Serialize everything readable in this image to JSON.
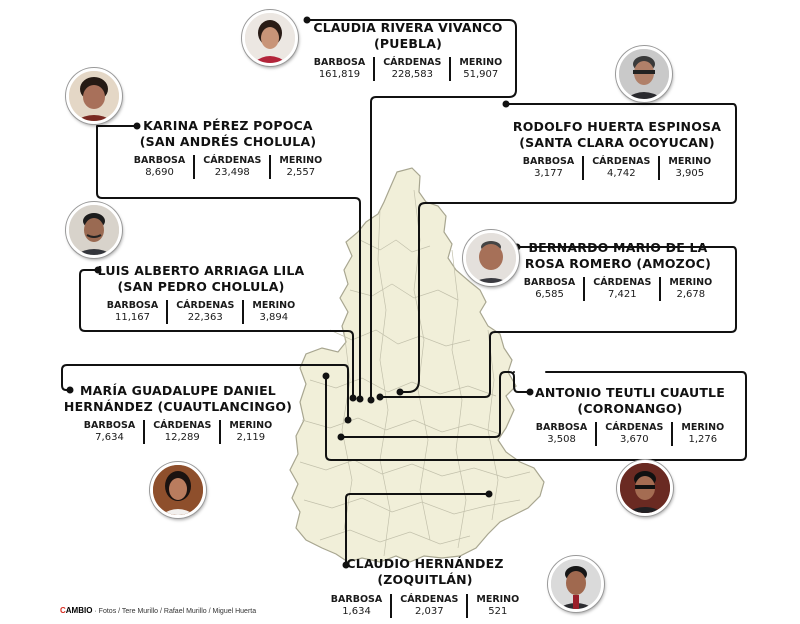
{
  "candidates": [
    {
      "id": "puebla",
      "name_line1": "CLAUDIA RIVERA VIVANCO",
      "name_line2": "(PUEBLA)",
      "votes": [
        {
          "label": "BARBOSA",
          "value": "161,819"
        },
        {
          "label": "CÁRDENAS",
          "value": "228,583"
        },
        {
          "label": "MERINO",
          "value": "51,907"
        }
      ]
    },
    {
      "id": "san-andres",
      "name_line1": "KARINA PÉREZ POPOCA",
      "name_line2": "(SAN ANDRÉS CHOLULA)",
      "votes": [
        {
          "label": "BARBOSA",
          "value": "8,690"
        },
        {
          "label": "CÁRDENAS",
          "value": "23,498"
        },
        {
          "label": "MERINO",
          "value": "2,557"
        }
      ]
    },
    {
      "id": "santa-clara",
      "name_line1": "RODOLFO HUERTA ESPINOSA",
      "name_line2": "(SANTA CLARA OCOYUCAN)",
      "votes": [
        {
          "label": "BARBOSA",
          "value": "3,177"
        },
        {
          "label": "CÁRDENAS",
          "value": "4,742"
        },
        {
          "label": "MERINO",
          "value": "3,905"
        }
      ]
    },
    {
      "id": "san-pedro",
      "name_line1": "LUIS ALBERTO ARRIAGA LILA",
      "name_line2": "(SAN PEDRO CHOLULA)",
      "votes": [
        {
          "label": "BARBOSA",
          "value": "11,167"
        },
        {
          "label": "CÁRDENAS",
          "value": "22,363"
        },
        {
          "label": "MERINO",
          "value": "3,894"
        }
      ]
    },
    {
      "id": "amozoc",
      "name_line1": "BERNARDO MARIO DE LA",
      "name_line2": "ROSA ROMERO (AMOZOC)",
      "votes": [
        {
          "label": "BARBOSA",
          "value": "6,585"
        },
        {
          "label": "CÁRDENAS",
          "value": "7,421"
        },
        {
          "label": "MERINO",
          "value": "2,678"
        }
      ]
    },
    {
      "id": "cuautlancingo",
      "name_line1": "MARÍA GUADALUPE DANIEL",
      "name_line2": "HERNÁNDEZ (CUAUTLANCINGO)",
      "votes": [
        {
          "label": "BARBOSA",
          "value": "7,634"
        },
        {
          "label": "CÁRDENAS",
          "value": "12,289"
        },
        {
          "label": "MERINO",
          "value": "2,119"
        }
      ]
    },
    {
      "id": "coronango",
      "name_line1": "ANTONIO TEUTLI CUAUTLE",
      "name_line2": "(CORONANGO)",
      "votes": [
        {
          "label": "BARBOSA",
          "value": "3,508"
        },
        {
          "label": "CÁRDENAS",
          "value": "3,670"
        },
        {
          "label": "MERINO",
          "value": "1,276"
        }
      ]
    },
    {
      "id": "zoquitlan",
      "name_line1": "CLAUDIO HERNÁNDEZ",
      "name_line2": "(ZOQUITLÁN)",
      "votes": [
        {
          "label": "BARBOSA",
          "value": "1,634"
        },
        {
          "label": "CÁRDENAS",
          "value": "2,037"
        },
        {
          "label": "MERINO",
          "value": "521"
        }
      ]
    }
  ],
  "credits": {
    "brand_first": "C",
    "brand_rest": "AMBIO",
    "text": "· Fotos / Tere Murillo / Rafael Murillo / Miguel Huerta"
  },
  "colors": {
    "map_fill": "#f1efd9",
    "map_stroke": "#b8b6a2",
    "connector": "#111111",
    "brand_red": "#d62b1f"
  }
}
